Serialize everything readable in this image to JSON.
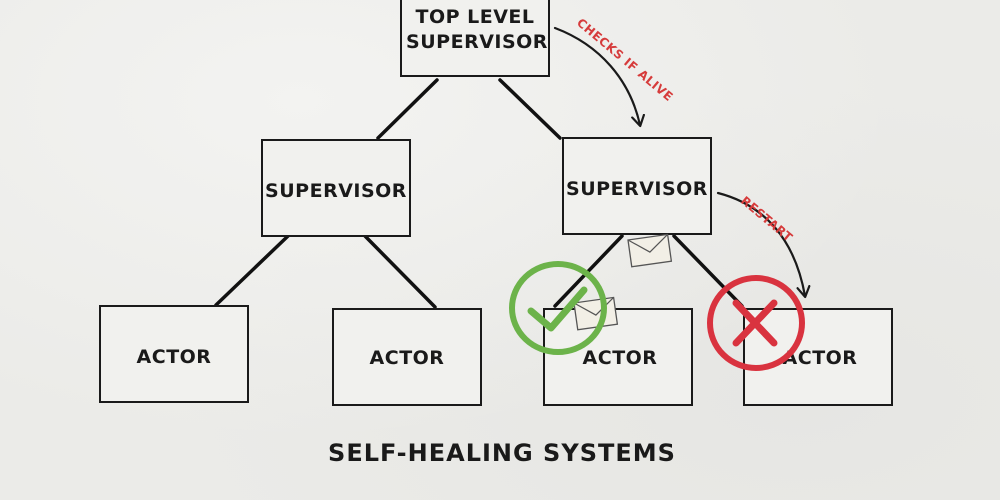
{
  "nodes": {
    "top": {
      "label_line1": "TOP LEVEL",
      "label_line2": "SUPERVISOR"
    },
    "supervisor_left": {
      "label": "SUPERVISOR"
    },
    "supervisor_right": {
      "label": "SUPERVISOR"
    },
    "actor_1": {
      "label": "ACTOR"
    },
    "actor_2": {
      "label": "ACTOR"
    },
    "actor_3": {
      "label": "ACTOR"
    },
    "actor_4": {
      "label": "ACTOR"
    }
  },
  "annotations": {
    "checks": "CHECKS IF ALIVE",
    "restart": "RESTART"
  },
  "caption": "SELF-HEALING SYSTEMS",
  "status": {
    "actor_3": "ok",
    "actor_4": "failed"
  },
  "colors": {
    "ink": "#1a1a1a",
    "annotation": "#d63b3b",
    "ok": "#6cb34a",
    "failed": "#d9333f",
    "envelope": "#f2efe6"
  }
}
